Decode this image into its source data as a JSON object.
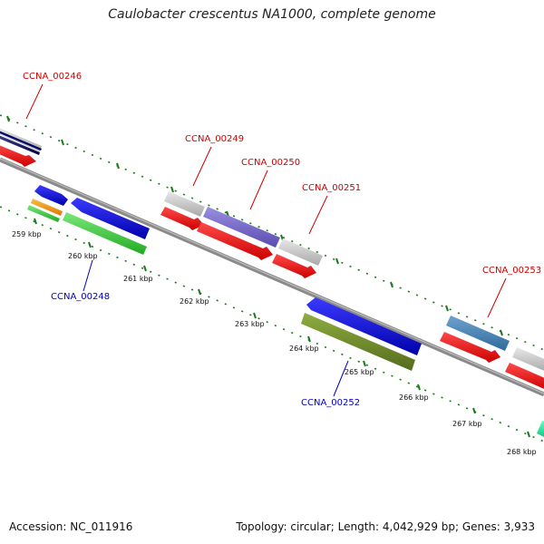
{
  "title": "Caulobacter crescentus NA1000, complete genome",
  "footer": {
    "accession": "Accession: NC_011916",
    "summary": "Topology: circular; Length: 4,042,929 bp; Genes: 3,933"
  },
  "axis": {
    "tick_labels": [
      "259 kbp",
      "260 kbp",
      "261 kbp",
      "262 kbp",
      "263 kbp",
      "264 kbp",
      "265 kbp",
      "266 kbp",
      "267 kbp",
      "268 kbp"
    ]
  },
  "gene_labels": {
    "top": [
      "CCNA_00246",
      "CCNA_00249",
      "CCNA_00250",
      "CCNA_00251",
      "CCNA_00253"
    ],
    "bottom": [
      "CCNA_00248",
      "CCNA_00252"
    ]
  },
  "colors": {
    "label_top": "#cc0000",
    "label_bottom": "#0000bb",
    "backbone": "#888888",
    "tick": "#1a7a1a",
    "cds": "#ff0000",
    "gene_grey": "#cccccc",
    "gene_blue": "#0000ee",
    "gene_purple": "#7766cc",
    "gene_green": "#33cc33",
    "gene_olive": "#6b8e23",
    "gene_steel": "#4682b4",
    "gene_orange": "#ff9900",
    "gene_navy": "#000066",
    "gene_teal": "#00e69a"
  }
}
